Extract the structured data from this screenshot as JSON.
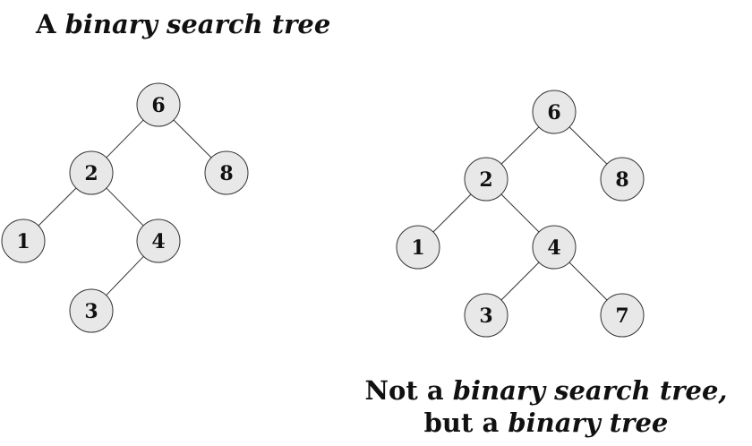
{
  "left_caption": {
    "prefix": "A ",
    "italic": "binary search tree"
  },
  "right_caption": {
    "line1_prefix": "Not a ",
    "line1_italic": "binary search tree,",
    "line2_prefix": "but a ",
    "line2_italic": "binary tree"
  },
  "trees": {
    "left": {
      "nodes": {
        "n6": "6",
        "n2": "2",
        "n8": "8",
        "n1": "1",
        "n4": "4",
        "n3": "3"
      },
      "edges": [
        [
          "n6",
          "n2"
        ],
        [
          "n6",
          "n8"
        ],
        [
          "n2",
          "n1"
        ],
        [
          "n2",
          "n4"
        ],
        [
          "n4",
          "n3"
        ]
      ]
    },
    "right": {
      "nodes": {
        "n6": "6",
        "n2": "2",
        "n8": "8",
        "n1": "1",
        "n4": "4",
        "n3": "3",
        "n7": "7"
      },
      "edges": [
        [
          "n6",
          "n2"
        ],
        [
          "n6",
          "n8"
        ],
        [
          "n2",
          "n1"
        ],
        [
          "n2",
          "n4"
        ],
        [
          "n4",
          "n3"
        ],
        [
          "n4",
          "n7"
        ]
      ]
    }
  }
}
